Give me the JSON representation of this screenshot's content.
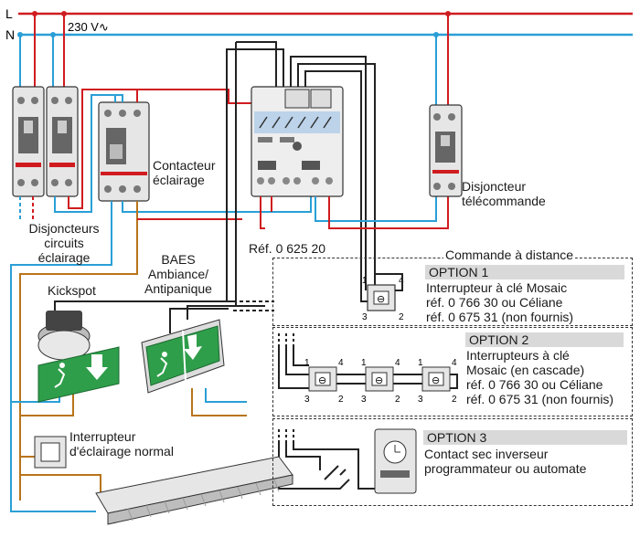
{
  "colors": {
    "phase": "#d01c1f",
    "neutral": "#2a9fd6",
    "switched": "#b8741a",
    "command": "#222222",
    "device_body": "#e6e6e6",
    "device_dark": "#555555",
    "emergency_green": "#2f9e4a",
    "option_title_bg": "#d9d9d9"
  },
  "supply": {
    "phase_label": "L",
    "neutral_label": "N",
    "voltage_label": "230 V∿"
  },
  "labels": {
    "breakers_circuits": [
      "Disjoncteurs",
      "circuits",
      "éclairage"
    ],
    "contactor": [
      "Contacteur",
      "éclairage"
    ],
    "breaker_remote": [
      "Disjoncteur",
      "télécommande"
    ],
    "baes": [
      "BAES",
      "Ambiance/",
      "Antipanique"
    ],
    "kickspot": "Kickspot",
    "reference": "Réf. 0 625 20",
    "remote_command": "Commande à distance",
    "normal_switch": [
      "Interrupteur",
      "d'éclairage normal"
    ]
  },
  "options": [
    {
      "title": "OPTION 1",
      "lines": [
        "Interrupteur à clé Mosaic",
        "réf. 0 766 30 ou Céliane",
        "réf. 0 675 31 (non fournis)"
      ]
    },
    {
      "title": "OPTION 2",
      "lines": [
        "Interrupteurs à clé",
        "Mosaic (en cascade)",
        "réf. 0 766 30 ou Céliane",
        "réf. 0 675 31 (non fournis)"
      ]
    },
    {
      "title": "OPTION 3",
      "lines": [
        "Contact sec inverseur",
        "programmateur ou automate"
      ]
    }
  ],
  "terminal_numbers": {
    "switch_top_left": "1",
    "switch_top_right": "4",
    "switch_bottom_left": "3",
    "switch_bottom_right": "2"
  }
}
